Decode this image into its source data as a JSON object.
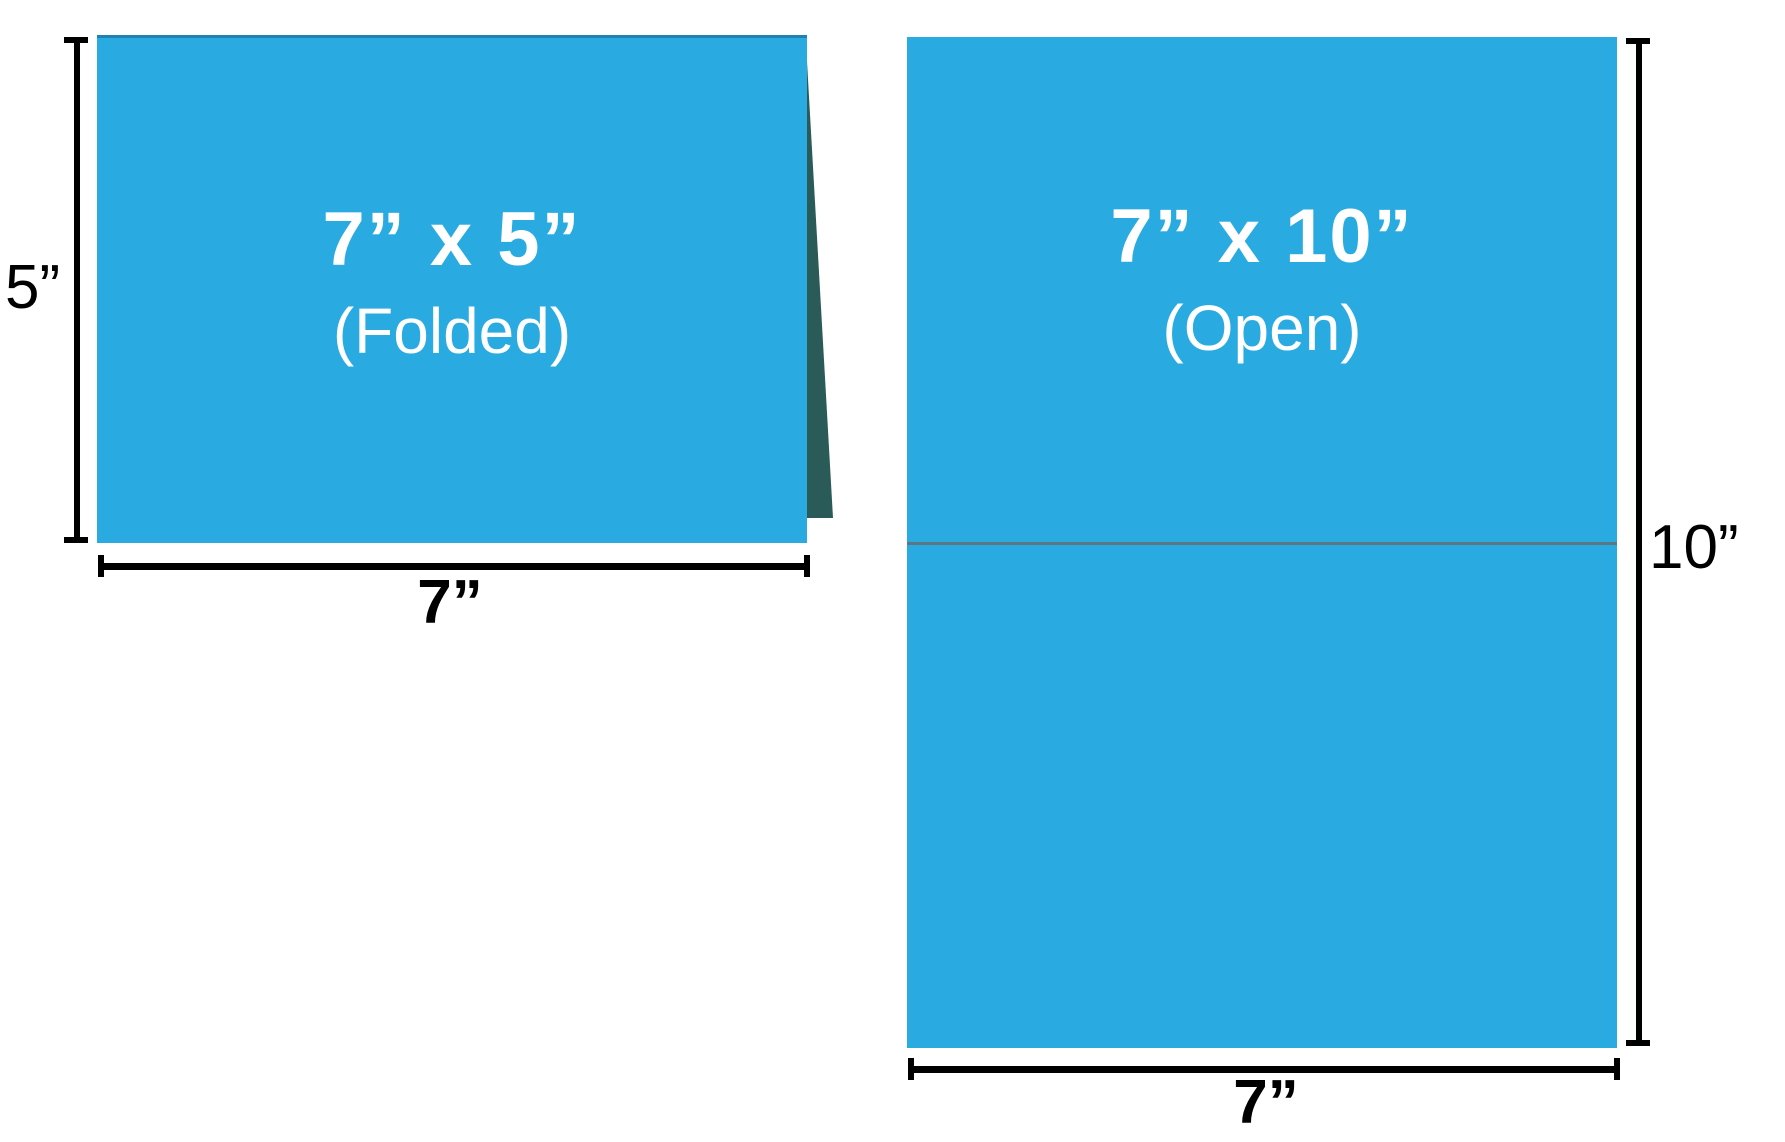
{
  "diagram": {
    "description": "Folded card size diagram",
    "folded_card": {
      "title": "7” x 5”",
      "subtitle": "(Folded)",
      "height_label": "5”",
      "width_label": "7”"
    },
    "open_card": {
      "title": "7” x 10”",
      "subtitle": "(Open)",
      "height_label": "10”",
      "width_label": "7”"
    },
    "colors": {
      "card_blue": "#29ABE2",
      "fold_crease_top": "#1E83B2",
      "back_flap_teal": "#2B5B59",
      "center_fold_line": "#5C7683",
      "dimension_black": "#000000",
      "text_white": "#FFFFFF",
      "background": "#FFFFFF"
    }
  }
}
